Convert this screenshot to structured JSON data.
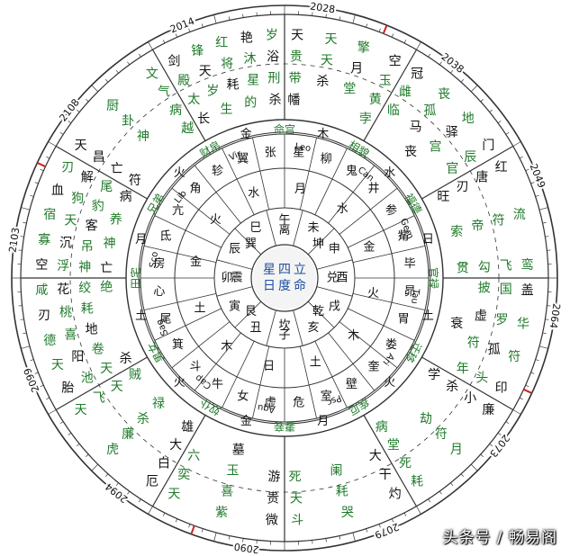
{
  "colors": {
    "line": "#333333",
    "black_text": "#111111",
    "green_text": "#1f7a2a",
    "red_mark": "#cc2222",
    "watermark_text": "#ffffff"
  },
  "watermark": "头条号 / 畅易阁",
  "outer_years": [
    "2028",
    "2038",
    "2049",
    "2064",
    "2073",
    "2079",
    "2090",
    "2094",
    "2099",
    "2103",
    "2108",
    "2014"
  ],
  "center": [
    "星",
    "四",
    "立",
    "日",
    "度",
    "命"
  ],
  "inner_stars": [
    "星",
    "柳",
    "鬼",
    "井",
    "参",
    "觜",
    "毕",
    "昴",
    "胃",
    "娄",
    "奎",
    "壁",
    "室",
    "危",
    "虚",
    "女",
    "牛",
    "斗",
    "箕",
    "尾",
    "心",
    "房",
    "氐",
    "亢",
    "角",
    "轸",
    "翼",
    "张"
  ],
  "ring_branches": [
    "午",
    "未",
    "申",
    "酉",
    "戌",
    "亥",
    "子",
    "丑",
    "寅",
    "卯",
    "辰",
    "巳"
  ],
  "ring_trigrams": [
    "离",
    "坤",
    "兑",
    "乾",
    "坎",
    "艮",
    "震",
    "巽"
  ],
  "ring_marks": [
    "月",
    "水",
    "金",
    "火",
    "木",
    "土",
    "日",
    "木",
    "土",
    "金",
    "火",
    "水"
  ],
  "zodiac": [
    "Leo",
    "Can",
    "Gem",
    "Tau",
    "Ari",
    "Psc",
    "Aqu",
    "Cap",
    "Sag",
    "Sco",
    "Lib",
    "Vir"
  ],
  "palaces": [
    "命宫",
    "相貌",
    "福德",
    "官禄",
    "迁移",
    "疾厄",
    "妻妾",
    "奴仆",
    "男女",
    "田宅",
    "兄弟",
    "财帛"
  ],
  "outer_marks": [
    "木",
    "水",
    "日",
    "土",
    "火",
    "月",
    "金",
    "火",
    "土",
    "月",
    "火",
    "金"
  ],
  "sectors": [
    [
      "天",
      "天",
      "擎",
      "空",
      "贵",
      "天",
      "月",
      "玉",
      "带",
      "杀",
      "堂",
      "黄",
      "幡",
      "孛"
    ],
    [
      "冠",
      "丧",
      "地",
      "门",
      "雌",
      "孤",
      "驿",
      "辰",
      "临",
      "马",
      "宫",
      "官",
      "丧"
    ],
    [
      "红",
      "流",
      "鸾",
      "唐",
      "符",
      "飞",
      "刃",
      "帝",
      "勾",
      "旺",
      "索",
      "贯"
    ],
    [
      "盖",
      "华",
      "符",
      "印",
      "国",
      "罗",
      "孤",
      "头",
      "披",
      "虚",
      "符",
      "年",
      "衰"
    ],
    [
      "廉",
      "月",
      "耗",
      "小",
      "符",
      "死",
      "杀",
      "劫",
      "堂",
      "学",
      "病"
    ],
    [
      "灼",
      "哭",
      "斗",
      "干",
      "耗",
      "天",
      "大",
      "阑",
      "死"
    ],
    [
      "微",
      "紫",
      "天",
      "贵",
      "喜",
      "奕",
      "游",
      "玉",
      "六",
      "墓"
    ],
    [
      "厄",
      "虎",
      "天",
      "白",
      "廉",
      "飞",
      "大",
      "杀",
      "天",
      "雄",
      "禄",
      "贼"
    ],
    [
      "胎",
      "天",
      "德",
      "刃",
      "咸",
      "池",
      "阳",
      "喜",
      "桃",
      "花",
      "天",
      "卷",
      "地",
      "耗",
      "绞",
      "杀",
      "绝"
    ],
    [
      "空",
      "寡",
      "宿",
      "血",
      "刃",
      "浮",
      "沉",
      "天",
      "狗",
      "解",
      "神",
      "吊",
      "客",
      "豹",
      "尾",
      "亡",
      "神",
      "养",
      "病"
    ],
    [
      "天",
      "厨",
      "文",
      "昌",
      "卦",
      "气",
      "亡",
      "神",
      "病",
      "符",
      "越"
    ],
    [
      "剑",
      "锋",
      "红",
      "艳",
      "岁",
      "殿",
      "天",
      "将",
      "沐",
      "浴",
      "太",
      "岁",
      "耗",
      "星",
      "刑",
      "长",
      "生",
      "的",
      "杀"
    ]
  ]
}
